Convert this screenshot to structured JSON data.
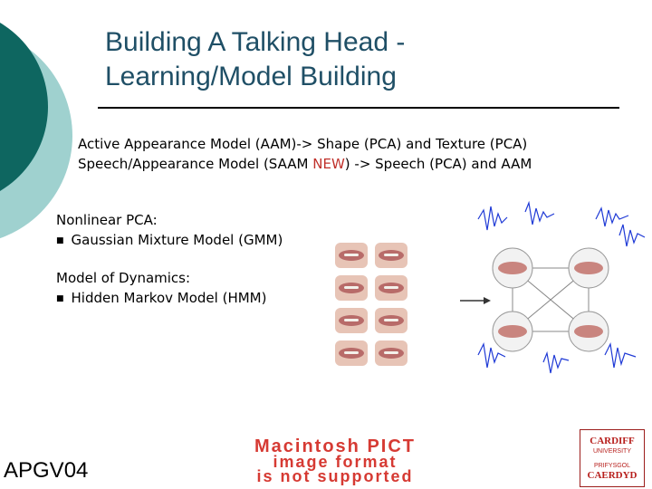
{
  "slide": {
    "title_line1": "Building A Talking Head -",
    "title_line2": "Learning/Model Building",
    "model_lines": {
      "aam": "Active Appearance Model (AAM)-> Shape (PCA) and Texture (PCA)",
      "saam_prefix": "Speech/Appearance Model (SAAM ",
      "saam_new": "NEW",
      "saam_suffix": ") -> Speech (PCA) and AAM"
    },
    "sections": [
      {
        "heading": "Nonlinear PCA:",
        "bullet": "Gaussian Mixture Model (GMM)"
      },
      {
        "heading": "Model of Dynamics:",
        "bullet": "Hidden Markov Model (HMM)"
      }
    ],
    "footer": "APGV04",
    "pict_notice": [
      "Macintosh PICT",
      "image format",
      "is not supported"
    ],
    "logo": {
      "line1": "CARDIFF",
      "line2": "UNIVERSITY",
      "line3": "PRIFYSGOL",
      "line4": "CAERDYD"
    }
  },
  "colors": {
    "title": "#1f4f66",
    "accent_dark": "#0e6660",
    "accent_light": "#9fd1cf",
    "new_text": "#c0302a",
    "waveform": "#1f3ad6",
    "logo_red": "#b71f1c"
  }
}
